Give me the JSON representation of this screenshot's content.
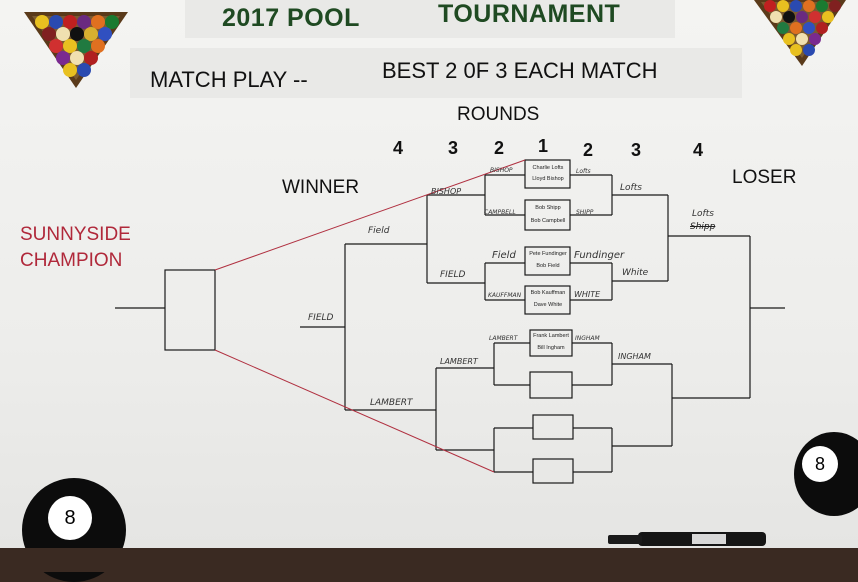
{
  "header": {
    "title_part1": "2017 POOL",
    "title_part2": "TOURNAMENT",
    "subtitle_part1": "MATCH PLAY  --",
    "subtitle_part2": "BEST 2 0F 3   EACH MATCH"
  },
  "rounds": {
    "heading": "ROUNDS",
    "left_numbers": [
      "4",
      "3",
      "2",
      "1"
    ],
    "right_numbers": [
      "2",
      "3",
      "4"
    ]
  },
  "sides": {
    "winner": "WINNER",
    "loser": "LOSER"
  },
  "champion": {
    "line1": "SUNNYSIDE",
    "line2": "CHAMPION"
  },
  "round1_matches": [
    {
      "player_a": "Charlie Lofts",
      "player_b": "Lloyd Bishop"
    },
    {
      "player_a": "Bob Shipp",
      "player_b": "Bob Campbell"
    },
    {
      "player_a": "Pete Fundinger",
      "player_b": "Bob Field"
    },
    {
      "player_a": "Bob Kauffman",
      "player_b": "Dave White"
    },
    {
      "player_a": "Frank Lambert",
      "player_b": "Bill Ingham"
    }
  ],
  "handwritten": {
    "w2_top": "BISHOP",
    "w2_mid": "CAMPBELL",
    "w2_field": "Field",
    "w2_kauffman": "KAUFFMAN",
    "w2_lambert": "LAMBERT",
    "w3_bishop": "BISHOP",
    "w3_field": "FIELD",
    "w3_lambert": "LAMBERT",
    "w4_field": "Field",
    "w4_lambert": "LAMBERT",
    "final_field": "FIELD",
    "l2_lofts": "Lofts",
    "l2_shipp": "SHIPP",
    "l2_fundinger": "Fundinger",
    "l2_white": "WHITE",
    "l2_ingham": "INGHAM",
    "l3_lofts": "Lofts",
    "l3_white": "White",
    "l3_ingham": "INGHAM",
    "l4_lofts": "Lofts",
    "l4_scribble": "Shipp"
  },
  "balls": {
    "left": "8",
    "right": "8"
  }
}
